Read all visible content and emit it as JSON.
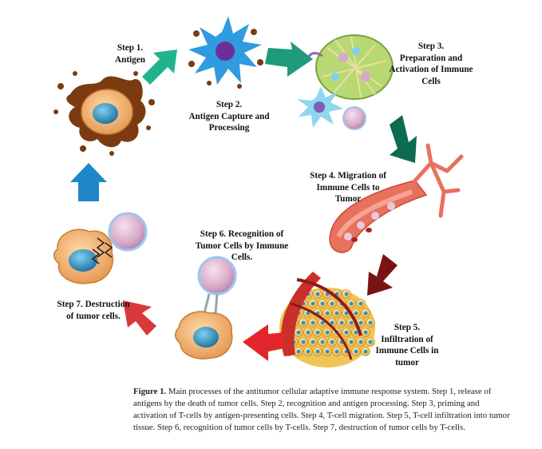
{
  "steps": {
    "s1": [
      "Step 1.",
      "Antigen"
    ],
    "s2": [
      "Step 2.",
      "Antigen Capture and",
      "Processing"
    ],
    "s3": [
      "Step 3.",
      "Preparation and",
      "Activation of Immune",
      "Cells"
    ],
    "s4": [
      "Step 4. Migration of",
      "Immune Cells to",
      "Tumor"
    ],
    "s5": [
      "Step 5.",
      "Infiltration of",
      "Immune Cells in",
      "tumor"
    ],
    "s6": [
      "Step 6. Recognition of",
      "Tumor Cells by Immune",
      "Cells."
    ],
    "s7": [
      "Step 7. Destruction",
      "of tumor cells."
    ]
  },
  "caption": {
    "label": "Figure 1.",
    "text": " Main processes of the antitumor cellular adaptive immune response system. Step 1, release of antigens by the death of tumor cells. Step 2, recognition and antigen processing. Step 3, priming and activation of T-cells by antigen-presenting cells. Step 4, T-cell migration. Step 5, T-cell infiltration into tumor tissue.  Step 6, recognition of tumor cells by T-cells.  Step 7, destruction of tumor cells by T-cells."
  },
  "colors": {
    "arrow_step1_2": "#22b38e",
    "arrow_step2_3": "#1f9a7a",
    "arrow_step3_4": "#0d6b52",
    "arrow_step4_5": "#7a1414",
    "arrow_step5_6": "#e3262b",
    "arrow_step6_7": "#d83a3a",
    "arrow_step7_1": "#1e86c9",
    "antigen": "#7a3b12",
    "dendritic_cell": "#3aa0e0",
    "tumor_cell": "#f0b472",
    "tumor_nucleus": "#2b93c7",
    "t_cell": "#e8b9cf",
    "vessel": "#e55a4a"
  }
}
